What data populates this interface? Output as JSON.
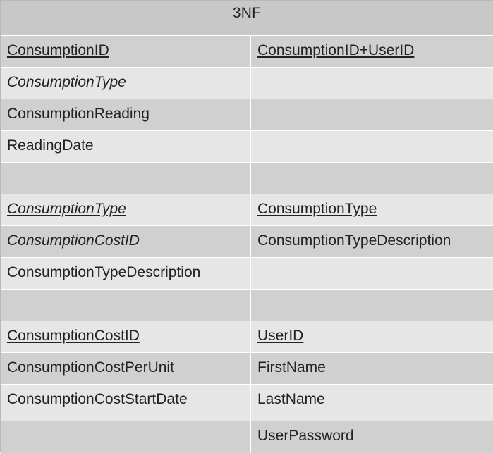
{
  "title": "3NF",
  "rows": [
    {
      "left": "ConsumptionID",
      "right": "ConsumptionID+UserID"
    },
    {
      "left": "ConsumptionType",
      "right": ""
    },
    {
      "left": "ConsumptionReading",
      "right": ""
    },
    {
      "left": "ReadingDate",
      "right": ""
    },
    {
      "left": "",
      "right": ""
    },
    {
      "left": "ConsumptionType",
      "right": "ConsumptionType"
    },
    {
      "left": "ConsumptionCostID",
      "right": "ConsumptionTypeDescription"
    },
    {
      "left": "ConsumptionTypeDescription",
      "right": ""
    },
    {
      "left": "",
      "right": ""
    },
    {
      "left": "ConsumptionCostID",
      "right": "UserID"
    },
    {
      "left": "ConsumptionCostPerUnit",
      "right": "FirstName"
    },
    {
      "left": "ConsumptionCostStartDate",
      "right": "LastName"
    },
    {
      "left": "",
      "right": "UserPassword"
    }
  ]
}
